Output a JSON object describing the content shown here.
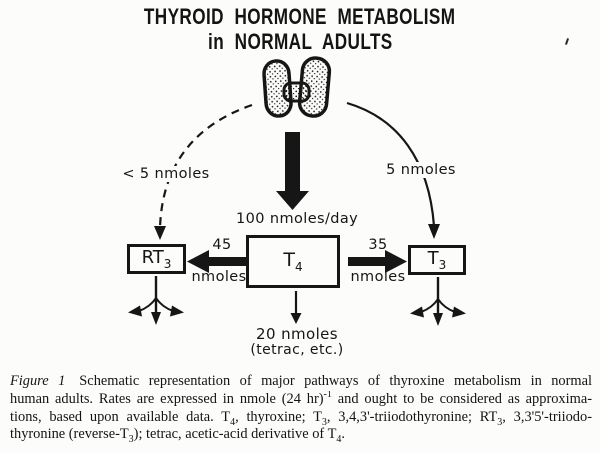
{
  "title": {
    "line1": "THYROID HORMONE METABOLISM",
    "line2": "in NORMAL ADULTS"
  },
  "diagram": {
    "secretion_total": "100 nmoles/day",
    "left_pathway_label": "< 5 nmoles",
    "right_pathway_label": "5 nmoles",
    "boxes": {
      "t4": {
        "symbol": "T",
        "subscript": "4"
      },
      "rt3": {
        "symbol": "RT",
        "subscript": "3"
      },
      "t3": {
        "symbol": "T",
        "subscript": "3"
      }
    },
    "t4_to_rt3": {
      "value": "45",
      "unit": "nmoles"
    },
    "t4_to_t3": {
      "value": "35",
      "unit": "nmoles"
    },
    "t4_degradation": {
      "value": "20 nmoles",
      "note": "(tetrac, etc.)"
    }
  },
  "caption": {
    "lines": [
      [
        {
          "t": "Figure 1",
          "s": "i"
        },
        {
          "t": "Schematic representation of major pathways of thyroxine metabolism in normal",
          "s": "n"
        }
      ],
      [
        {
          "t": "human adults. Rates are expressed in nmole (24 hr)",
          "s": "n"
        },
        {
          "t": "-1",
          "s": "sup"
        },
        {
          "t": " and ought to be considered as approxima-",
          "s": "n"
        }
      ],
      [
        {
          "t": "tions, based upon available data. T",
          "s": "n"
        },
        {
          "t": "4",
          "s": "sub"
        },
        {
          "t": ", thyroxine; T",
          "s": "n"
        },
        {
          "t": "3",
          "s": "sub"
        },
        {
          "t": ", 3,4,3'-triiodothyronine; RT",
          "s": "n"
        },
        {
          "t": "3",
          "s": "sub"
        },
        {
          "t": ", 3,3'5'-triiodo-",
          "s": "n"
        }
      ],
      [
        {
          "t": "thyronine (reverse-T",
          "s": "n"
        },
        {
          "t": "3",
          "s": "sub"
        },
        {
          "t": "); tetrac, acetic-acid derivative of T",
          "s": "n"
        },
        {
          "t": "4",
          "s": "sub"
        },
        {
          "t": ".",
          "s": "n"
        }
      ]
    ]
  }
}
